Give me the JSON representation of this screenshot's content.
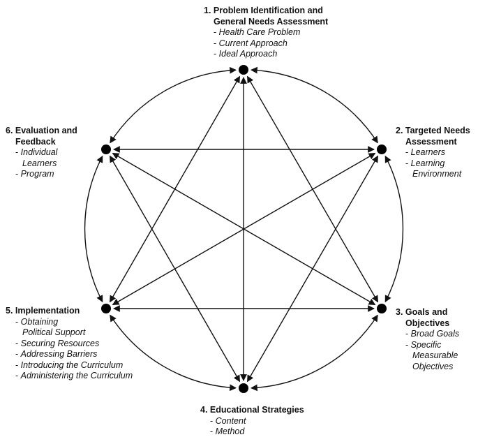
{
  "steps": [
    {
      "id": "step1",
      "title": "1. Problem Identification and General Needs Assessment",
      "title_lines": [
        "1. Problem Identification and",
        "General Needs Assessment"
      ],
      "items": [
        [
          "Health Care Problem"
        ],
        [
          "Current Approach"
        ],
        [
          "Ideal Approach"
        ]
      ]
    },
    {
      "id": "step2",
      "title_lines": [
        "2. Targeted Needs",
        "Assessment"
      ],
      "items": [
        [
          "Learners"
        ],
        [
          "Learning",
          "Environment"
        ]
      ]
    },
    {
      "id": "step3",
      "title_lines": [
        "3. Goals and",
        "Objectives"
      ],
      "items": [
        [
          "Broad Goals"
        ],
        [
          "Specific",
          "Measurable",
          "Objectives"
        ]
      ]
    },
    {
      "id": "step4",
      "title_lines": [
        "4. Educational Strategies"
      ],
      "items": [
        [
          "Content"
        ],
        [
          "Method"
        ]
      ]
    },
    {
      "id": "step5",
      "title_lines": [
        "5. Implementation"
      ],
      "items": [
        [
          "Obtaining",
          "Political Support"
        ],
        [
          "Securing Resources"
        ],
        [
          "Addressing Barriers"
        ],
        [
          "Introducing the Curriculum"
        ],
        [
          "Administering the Curriculum"
        ]
      ]
    },
    {
      "id": "step6",
      "title_lines": [
        "6. Evaluation and",
        "Feedback"
      ],
      "items": [
        [
          "Individual",
          "Learners"
        ],
        [
          "Program"
        ]
      ]
    }
  ],
  "colors": {
    "stroke": "#111111",
    "node": "#000000",
    "text": "#111111"
  }
}
